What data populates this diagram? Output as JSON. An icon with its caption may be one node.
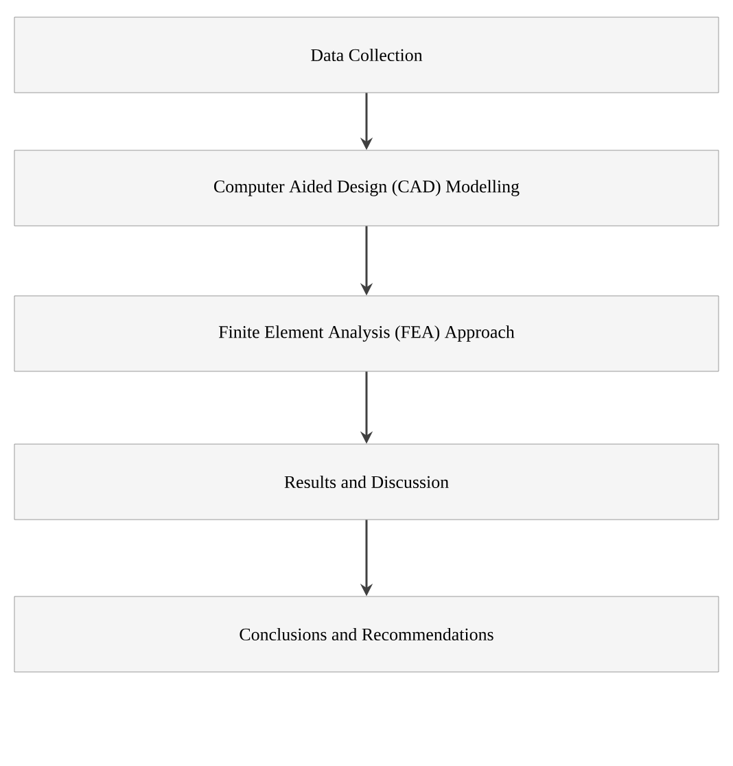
{
  "diagram": {
    "nodes": [
      {
        "text": [
          "Data Collection"
        ]
      },
      {
        "text": [
          "Computer Aided Design (CAD) Modelling"
        ]
      },
      {
        "text": [
          "Finite Element Analysis (FEA) Approach"
        ]
      },
      {
        "text": [
          "Results and Discussion"
        ]
      },
      {
        "text": [
          "Conclusions and Recommendations"
        ]
      }
    ],
    "edges": [
      {
        "from": 0,
        "to": 1,
        "arrow": "to"
      },
      {
        "from": 1,
        "to": 2,
        "arrow": "to"
      },
      {
        "from": 2,
        "to": 3,
        "arrow": "to"
      },
      {
        "from": 3,
        "to": 4,
        "arrow": "to"
      }
    ]
  }
}
